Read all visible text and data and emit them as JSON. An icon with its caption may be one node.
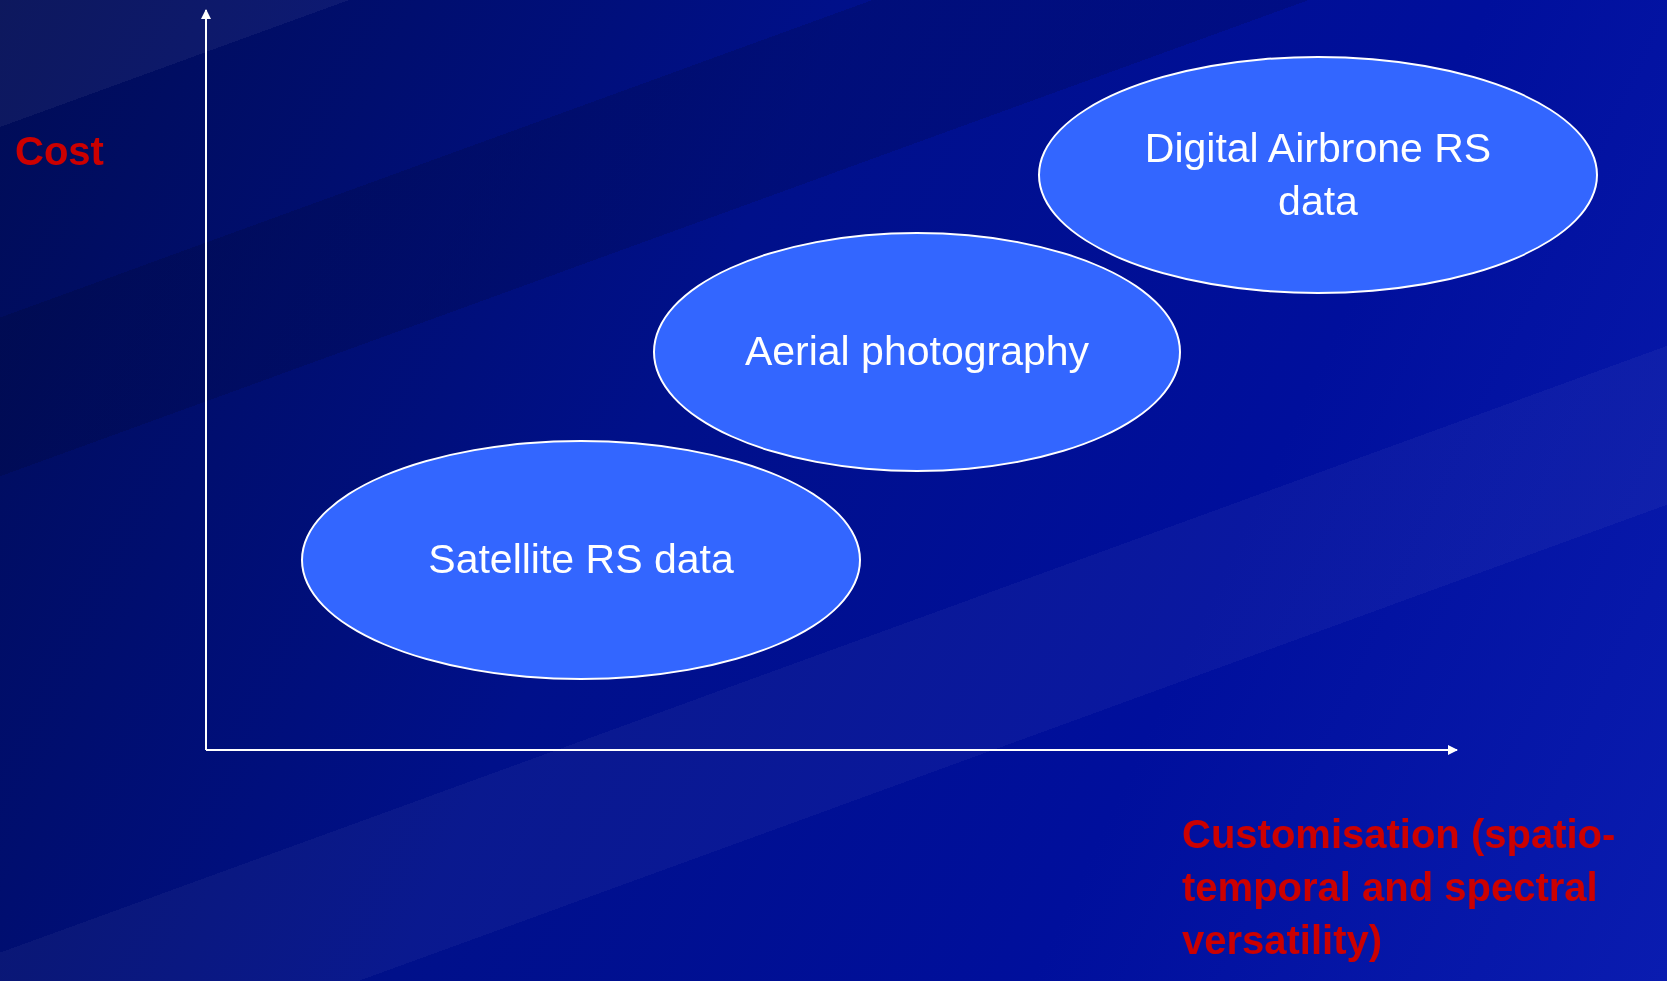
{
  "diagram": {
    "nodes": [
      {
        "text": [
          "Digital Airbrone RS data"
        ]
      },
      {
        "text": [
          "Aerial photography"
        ]
      },
      {
        "text": [
          "Satellite RS data"
        ]
      }
    ],
    "labels": [
      "Cost",
      "Customisation (spatio-temporal and spectral versatility)"
    ]
  }
}
